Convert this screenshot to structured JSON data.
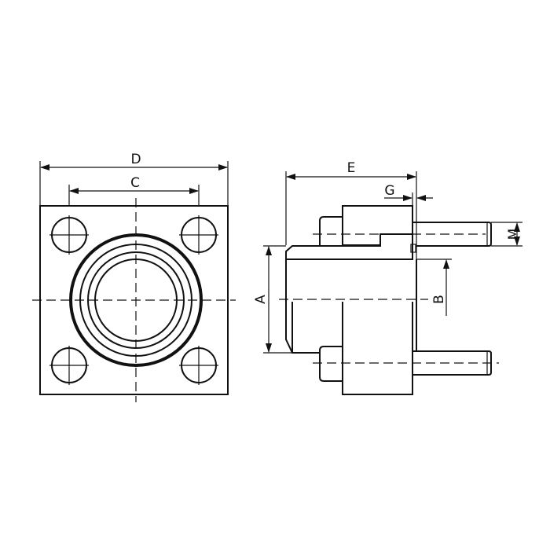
{
  "drawing": {
    "front_view": {
      "dim_outer": "D",
      "dim_bolt_spacing": "C"
    },
    "side_view": {
      "dim_length": "E",
      "dim_gap": "G",
      "dim_thread": "M",
      "dim_bore": "B",
      "dim_outer_diameter": "A"
    }
  }
}
